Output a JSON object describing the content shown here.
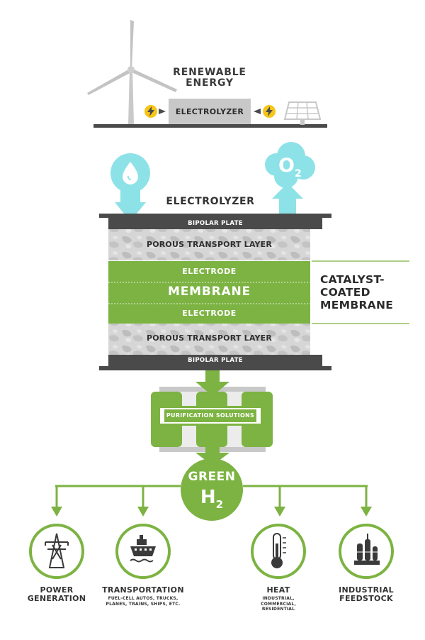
{
  "header": {
    "renewable_energy": "RENEWABLE\nENERGY",
    "electrolyzer_box": "ELECTROLYZER"
  },
  "electrolyzer": {
    "title": "ELECTROLYZER",
    "oxygen_symbol": "O",
    "oxygen_subscript": "2",
    "layers": {
      "bipolar_plate_top": "BIPOLAR PLATE",
      "porous_top": "POROUS TRANSPORT LAYER",
      "electrode_top": "ELECTRODE",
      "membrane": "MEMBRANE",
      "electrode_bottom": "ELECTRODE",
      "porous_bottom": "POROUS TRANSPORT LAYER",
      "bipolar_plate_bottom": "BIPOLAR PLATE"
    },
    "ccm_label": "CATALYST-\nCOATED\nMEMBRANE"
  },
  "purification": {
    "label": "PURIFICATION SOLUTIONS"
  },
  "hydrogen": {
    "green": "GREEN",
    "h": "H",
    "subscript": "2"
  },
  "applications": [
    {
      "title": "POWER\nGENERATION",
      "sub": "",
      "icon": "power-tower-icon"
    },
    {
      "title": "TRANSPORTATION",
      "sub": "FUEL-CELL AUTOS, TRUCKS,\nPLANES, TRAINS, SHIPS, ETC.",
      "icon": "ship-icon"
    },
    {
      "title": "HEAT",
      "sub": "INDUSTRIAL,\nCOMMERCIAL,\nRESIDENTIAL",
      "icon": "thermometer-icon"
    },
    {
      "title": "INDUSTRIAL\nFEEDSTOCK",
      "sub": "",
      "icon": "factory-icon"
    }
  ],
  "colors": {
    "green": "#7cb342",
    "cyan": "#8de2e8",
    "dark": "#4a4a4a",
    "gray": "#c8c8c8",
    "lightgray": "#d9d9d9"
  }
}
